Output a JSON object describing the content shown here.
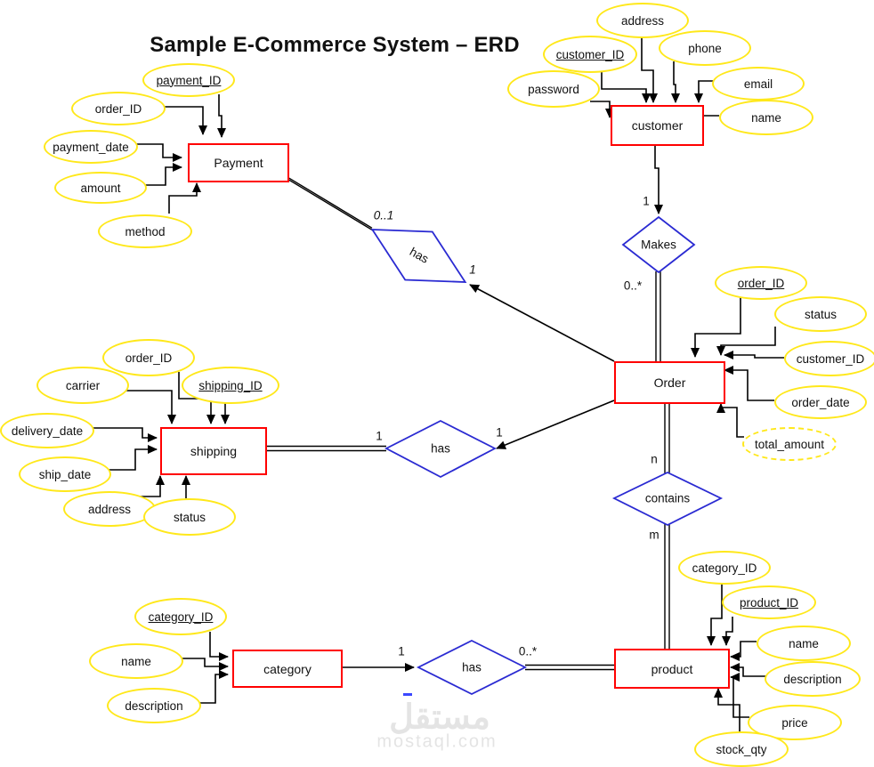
{
  "title": "Sample E-Commerce System – ERD",
  "watermark": {
    "logo_text": "مستقل",
    "url_text": "mostaql.com"
  },
  "entities": {
    "payment": "Payment",
    "customer": "customer",
    "order": "Order",
    "shipping": "shipping",
    "category": "category",
    "product": "product"
  },
  "relationships": {
    "payment_has": "has",
    "makes": "Makes",
    "shipping_has": "has",
    "contains": "contains",
    "category_has": "has"
  },
  "attributes": {
    "payment": {
      "payment_id": "payment_ID",
      "order_id": "order_ID",
      "payment_date": "payment_date",
      "amount": "amount",
      "method": "method"
    },
    "customer": {
      "address": "address",
      "customer_id": "customer_ID",
      "phone": "phone",
      "password": "password",
      "email": "email",
      "name": "name"
    },
    "order": {
      "order_id": "order_ID",
      "status": "status",
      "customer_id": "customer_ID",
      "order_date": "order_date",
      "total_amount": "total_amount"
    },
    "shipping": {
      "order_id": "order_ID",
      "carrier": "carrier",
      "shipping_id": "shipping_ID",
      "delivery_date": "delivery_date",
      "ship_date": "ship_date",
      "address": "address",
      "status": "status"
    },
    "category": {
      "category_id": "category_ID",
      "name": "name",
      "description": "description"
    },
    "product": {
      "category_id": "category_ID",
      "product_id": "product_ID",
      "name": "name",
      "description": "description",
      "price": "price",
      "stock_qty": "stock_qty"
    }
  },
  "cardinalities": {
    "payment_has_left": "0..1",
    "payment_has_right": "1",
    "customer_makes": "1",
    "makes_order": "0..*",
    "shipping_has_left": "1",
    "shipping_has_right": "1",
    "order_contains": "n",
    "contains_product": "m",
    "category_has_left": "1",
    "category_has_right": "0..*"
  },
  "colors": {
    "entity_border": "#ff0000",
    "relationship_border": "#2a2ad2",
    "attribute_border": "#ffe81a",
    "line": "#000000",
    "watermark": "#e4e4e4"
  }
}
